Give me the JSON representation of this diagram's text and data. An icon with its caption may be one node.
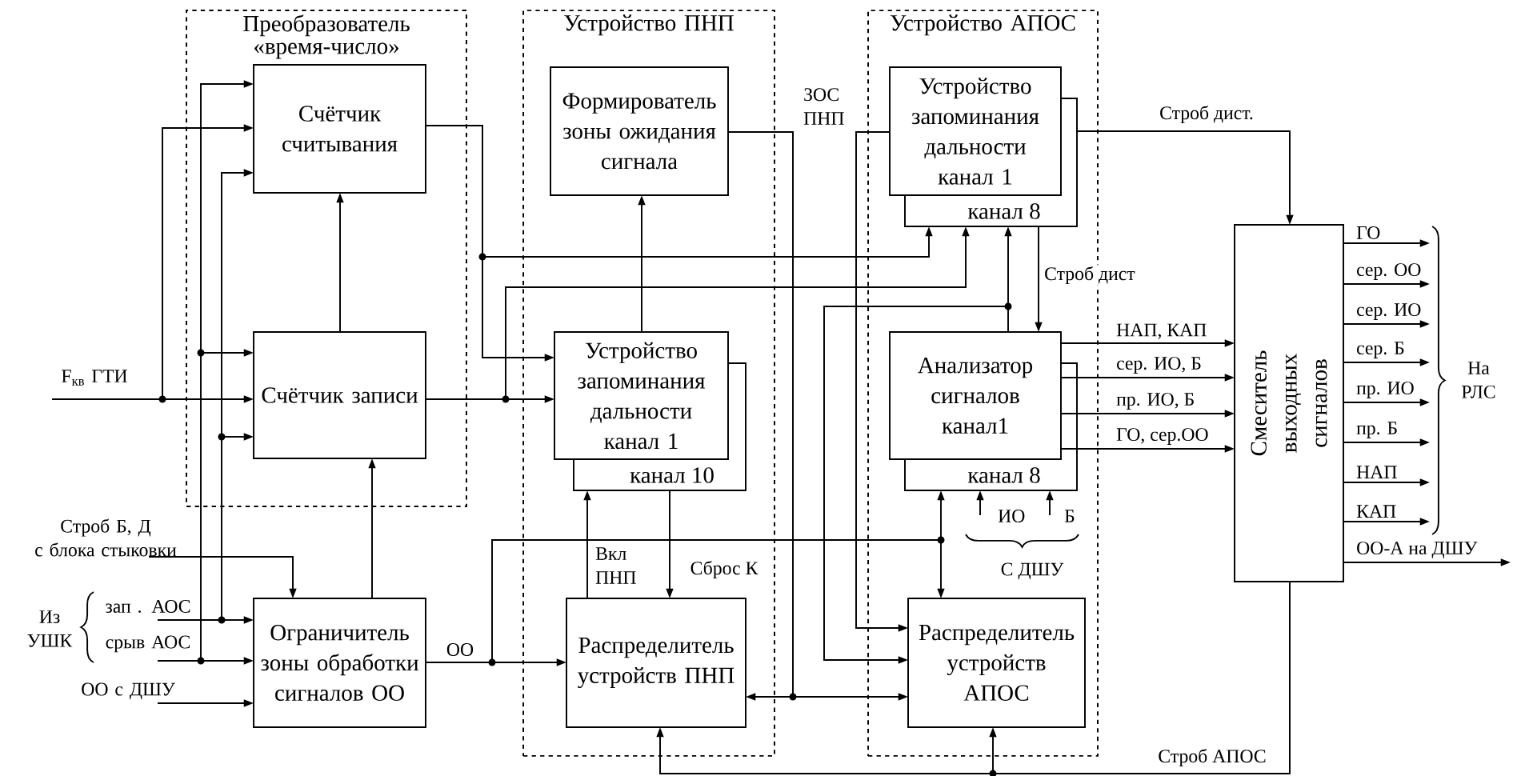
{
  "diagram": {
    "nodes": [
      {
        "text": [
          "Преобразователь «время-число»"
        ]
      },
      {
        "text": [
          "Счётчик считывания"
        ],
        "in": 0
      },
      {
        "text": [
          "Счётчик записи"
        ],
        "in": 0
      },
      {
        "text": [
          "Устройство ПНП"
        ]
      },
      {
        "text": [
          "Формирователь зоны ожидания сигнала"
        ],
        "in": 3
      },
      {
        "text": [
          "Устройство запоминания дальности канал 1",
          "канал 10"
        ],
        "in": 3
      },
      {
        "text": [
          "Распределитель устройств ПНП"
        ],
        "in": 3
      },
      {
        "text": [
          "Устройство АПОС"
        ]
      },
      {
        "text": [
          "Устройство запоминания дальности канал 1",
          "канал 8"
        ],
        "in": 7
      },
      {
        "text": [
          "Анализатор сигналов канал1",
          "канал 8"
        ],
        "in": 7
      },
      {
        "text": [
          "Распределитель устройств АПОС"
        ],
        "in": 7
      },
      {
        "text": [
          "Ограничитель зоны обработки сигналов ОО"
        ]
      },
      {
        "text": [
          "Смеситель выходных сигналов"
        ]
      },
      {
        "text": [
          "F$_{кв}$ ГТИ"
        ]
      },
      {
        "text": [
          "Строб Б, Д",
          "с блока стыковки"
        ]
      },
      {
        "text": [
          "зап . АОС"
        ]
      },
      {
        "text": [
          "срыв АОС"
        ]
      },
      {
        "text": [
          "ОО с ДШУ"
        ]
      }
    ],
    "edges": [
      {
        "from": 13,
        "to": 2,
        "arrow": "to"
      },
      {
        "from": 13,
        "to": 1,
        "arrow": "to"
      },
      {
        "from": 16,
        "to": 11,
        "arrow": "to"
      },
      {
        "from": 16,
        "to": 2,
        "arrow": "to"
      },
      {
        "from": 16,
        "to": 1,
        "arrow": "to"
      },
      {
        "from": 15,
        "to": 11,
        "arrow": "to"
      },
      {
        "from": 15,
        "to": 2,
        "arrow": "to"
      },
      {
        "from": 15,
        "to": 1,
        "arrow": "to"
      },
      {
        "from": 17,
        "to": 11,
        "arrow": "to"
      },
      {
        "from": 14,
        "to": 11,
        "arrow": "to"
      },
      {
        "from": 11,
        "to": 2,
        "arrow": "to"
      },
      {
        "from": 2,
        "to": 1,
        "arrow": "to"
      },
      {
        "from": 1,
        "to": 5,
        "arrow": "to"
      },
      {
        "from": 1,
        "to": 8,
        "arrow": "to"
      },
      {
        "from": 2,
        "to": 5,
        "arrow": "to"
      },
      {
        "from": 2,
        "to": 8,
        "arrow": "to"
      },
      {
        "from": 11,
        "to": 6,
        "arrow": "to",
        "label": "ОО"
      },
      {
        "from": 11,
        "to": 9,
        "arrow": "to"
      },
      {
        "from": 11,
        "to": 10,
        "arrow": "to"
      },
      {
        "from": 5,
        "to": 4,
        "arrow": "to"
      },
      {
        "from": 6,
        "to": 5,
        "arrow": "to",
        "label": "Вкл ПНП"
      },
      {
        "from": 5,
        "to": 6,
        "arrow": "to",
        "label": "Сброс К"
      },
      {
        "from": 4,
        "to": 6,
        "arrow": "to",
        "label": "ЗОС ПНП"
      },
      {
        "from": 4,
        "to": 10,
        "arrow": "to"
      },
      {
        "from": 8,
        "to": 9,
        "arrow": "to",
        "label": "Строб дист"
      },
      {
        "from": 9,
        "to": 8,
        "arrow": "to"
      },
      {
        "from": 9,
        "to": 10,
        "arrow": "to"
      },
      {
        "from": 8,
        "to": 10,
        "arrow": "to"
      },
      {
        "from": 8,
        "to": 12,
        "arrow": "to",
        "label": "Строб дист."
      },
      {
        "from": 9,
        "to": 12,
        "arrow": "to",
        "label": "НАП, КАП"
      },
      {
        "from": 9,
        "to": 12,
        "arrow": "to",
        "label": "сер. ИО, Б"
      },
      {
        "from": 9,
        "to": 12,
        "arrow": "to",
        "label": "пр. ИО, Б"
      },
      {
        "from": 9,
        "to": 12,
        "arrow": "to",
        "label": "ГО, сер.ОО"
      },
      {
        "from": null,
        "to": 9,
        "arrow": "to",
        "label": "ИО"
      },
      {
        "from": null,
        "to": 9,
        "arrow": "to",
        "label": "Б"
      },
      {
        "from": 12,
        "to": null,
        "arrow": "to",
        "label": "ГО"
      },
      {
        "from": 12,
        "to": null,
        "arrow": "to",
        "label": "сер. ОО"
      },
      {
        "from": 12,
        "to": null,
        "arrow": "to",
        "label": "сер. ИО"
      },
      {
        "from": 12,
        "to": null,
        "arrow": "to",
        "label": "сер. Б"
      },
      {
        "from": 12,
        "to": null,
        "arrow": "to",
        "label": "пр. ИО"
      },
      {
        "from": 12,
        "to": null,
        "arrow": "to",
        "label": "пр. Б"
      },
      {
        "from": 12,
        "to": null,
        "arrow": "to",
        "label": "НАП"
      },
      {
        "from": 12,
        "to": null,
        "arrow": "to",
        "label": "КАП"
      },
      {
        "from": 12,
        "to": null,
        "arrow": "to",
        "label": "ОО-А на ДШУ"
      },
      {
        "from": 12,
        "to": 6,
        "arrow": "to",
        "label": "Строб АПОС"
      },
      {
        "from": 12,
        "to": 10,
        "arrow": "to"
      }
    ],
    "labels": [
      "Из УШК",
      "С ДШУ",
      "На РЛС"
    ]
  }
}
